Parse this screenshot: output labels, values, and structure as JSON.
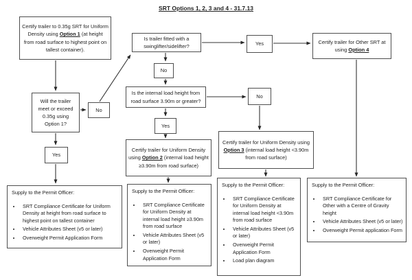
{
  "title": "SRT Options 1, 2, 3 and 4 - 31.7.13",
  "nodes": {
    "option1_cert": {
      "pre": "Certify trailer to 0.35g SRT for Uniform Density using ",
      "bold": "Option 1",
      "post": " (at height from road surface to highest point on tallest container)."
    },
    "q_meet_exceed": {
      "text": "Will the trailer meet or exceed 0.35g using Option 1?"
    },
    "q_swinglifter": {
      "text": "Is trailer fitted with a swinglifter/sidelifter?"
    },
    "q_load_height": {
      "text": "Is the internal load height from road surface 3.90m or greater?"
    },
    "option2_cert": {
      "pre": "Certify trailer for Uniform Density using ",
      "bold": "Option 2",
      "post": " (internal load height ≥3.90m from road surface)"
    },
    "option3_cert": {
      "pre": "Certify trailer for Uniform Density using ",
      "bold": "Option 3",
      "post": " (internal load height <3.90m from road surface)"
    },
    "option4_cert": {
      "pre": "Certify trailer for Other SRT at using ",
      "bold": "Option 4",
      "post": ""
    },
    "labels": {
      "no_option1": "No",
      "yes_option1": "Yes",
      "no_swinglifter": "No",
      "yes_swinglifter": "Yes",
      "yes_load_height": "Yes",
      "no_load_height": "No"
    }
  },
  "supply_boxes": [
    {
      "header": "Supply to the Permit Officer:",
      "items": [
        "SRT Compliance Certificate for Uniform Density at height from road surface to highest point on tallest container",
        "Vehicle Attributes Sheet (v5 or later)",
        "Overweight Permit Application Form"
      ]
    },
    {
      "header": "Supply to the Permit Officer:",
      "items": [
        "SRT Compliance Certificate for Uniform Density at internal load height ≥3.90m from road surface",
        "Vehicle Attributes Sheet (v5 or later)",
        "Overweight Permit Application Form"
      ]
    },
    {
      "header": "Supply to the Permit Officer:",
      "items": [
        "SRT Compliance Certificate for Uniform Density at internal load height <3.90m from road surface",
        "Vehicle Attributes Sheet (v5 or later)",
        "Overweight Permit Application Form",
        "Load plan diagram"
      ]
    },
    {
      "header": "Supply to the Permit Officer:",
      "items": [
        "SRT Compliance Certificate for Other with a Centre of Gravity height",
        "Vehicle Attributes Sheet (v5 or later)",
        "Overweight Permit application Form"
      ]
    }
  ]
}
